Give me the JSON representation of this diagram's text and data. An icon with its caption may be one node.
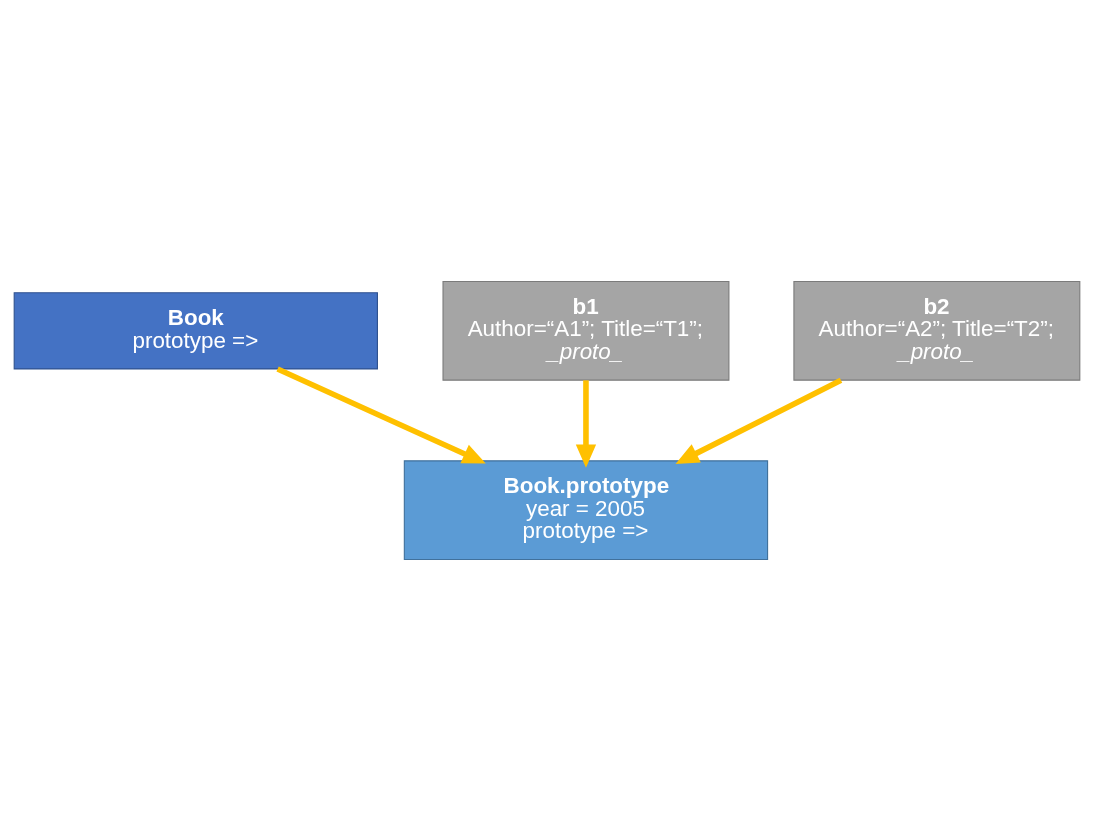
{
  "diagram": {
    "nodes": [
      {
        "text": [
          "Book",
          "prototype =>"
        ]
      },
      {
        "text": [
          "Book.prototype",
          "year = 2005",
          "prototype =>"
        ]
      },
      {
        "text": [
          "b1",
          "Author=“A1”; Title=“T1”;",
          "_proto_"
        ]
      },
      {
        "text": [
          "b2",
          "Author=“A2”; Title=“T2”;",
          "_proto_"
        ]
      }
    ],
    "edges": [
      {
        "from": 0,
        "to": 1,
        "arrow": "to"
      },
      {
        "from": 2,
        "to": 1,
        "arrow": "to"
      },
      {
        "from": 3,
        "to": 1,
        "arrow": "to"
      }
    ]
  }
}
